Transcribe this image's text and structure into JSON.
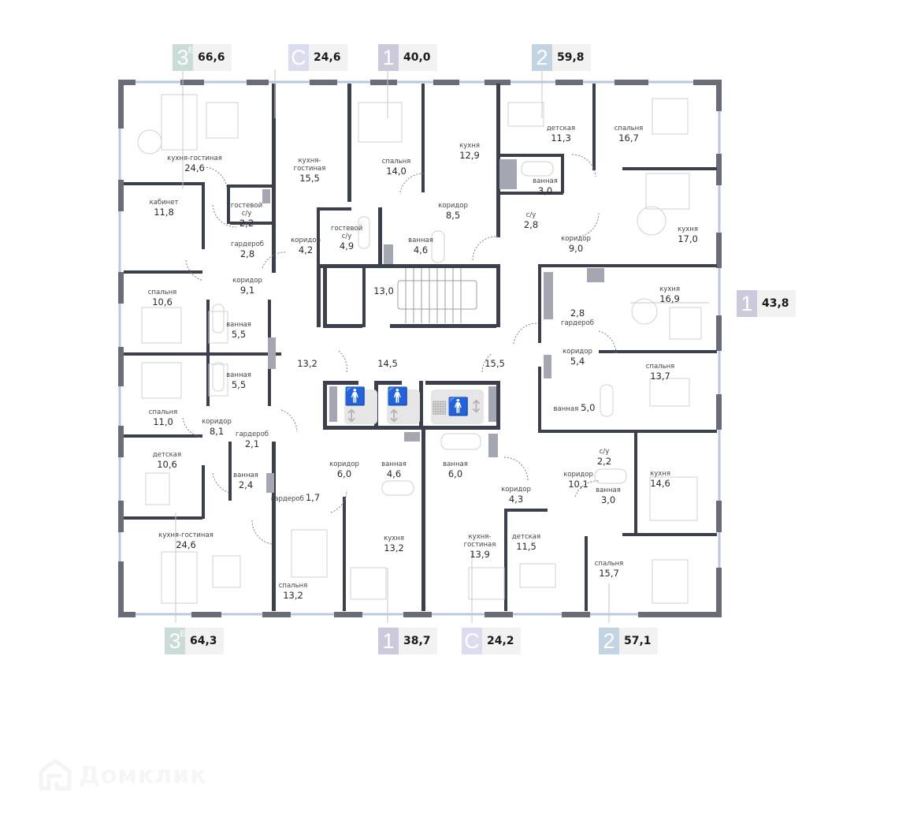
{
  "legend_colors": {
    "3E": "#c9dcd8",
    "C": "#dcdcf0",
    "1": "#cbc9db",
    "2": "#c2d4e2",
    "wall": "#3c3f4c",
    "window_wall": "#6a6d78",
    "glass": "#b8c8e0",
    "shaft": "#a4a7b2"
  },
  "apartments": [
    {
      "type": "3",
      "sup": "Е",
      "area": "66,6",
      "position": "top-left"
    },
    {
      "type": "С",
      "sup": "",
      "area": "24,6",
      "position": "top"
    },
    {
      "type": "1",
      "sup": "",
      "area": "40,0",
      "position": "top"
    },
    {
      "type": "2",
      "sup": "",
      "area": "59,8",
      "position": "top-right"
    },
    {
      "type": "1",
      "sup": "",
      "area": "43,8",
      "position": "right"
    },
    {
      "type": "3",
      "sup": "Е",
      "area": "64,3",
      "position": "bottom-left"
    },
    {
      "type": "1",
      "sup": "",
      "area": "38,7",
      "position": "bottom"
    },
    {
      "type": "С",
      "sup": "",
      "area": "24,2",
      "position": "bottom"
    },
    {
      "type": "2",
      "sup": "",
      "area": "57,1",
      "position": "bottom-right"
    }
  ],
  "rooms": [
    {
      "name": "кухня-гостиная",
      "area": "24,6"
    },
    {
      "name": "кабинет",
      "area": "11,8"
    },
    {
      "name": "гостевой с/у",
      "area": "2,2"
    },
    {
      "name": "гардероб",
      "area": "2,8"
    },
    {
      "name": "кухня-гостиная",
      "area": "15,5"
    },
    {
      "name": "коридор",
      "area": "4,2"
    },
    {
      "name": "гостевой с/у",
      "area": "4,9"
    },
    {
      "name": "спальня",
      "area": "14,0"
    },
    {
      "name": "кухня",
      "area": "12,9"
    },
    {
      "name": "коридор",
      "area": "8,5"
    },
    {
      "name": "ванная",
      "area": "4,6"
    },
    {
      "name": "детская",
      "area": "11,3"
    },
    {
      "name": "спальня",
      "area": "16,7"
    },
    {
      "name": "ванная",
      "area": "3,0"
    },
    {
      "name": "с/у",
      "area": "2,8"
    },
    {
      "name": "коридор",
      "area": "9,0"
    },
    {
      "name": "кухня",
      "area": "17,0"
    },
    {
      "name": "спальня",
      "area": "10,6"
    },
    {
      "name": "коридор",
      "area": "9,1"
    },
    {
      "name": "ванная",
      "area": "5,5"
    },
    {
      "name": "ванная",
      "area": "5,5"
    },
    {
      "name": "спальня",
      "area": "11,0"
    },
    {
      "name": "коридор",
      "area": "8,1"
    },
    {
      "name": "кухня",
      "area": "16,9"
    },
    {
      "name": "гардероб",
      "area": "2,8"
    },
    {
      "name": "коридор",
      "area": "5,4"
    },
    {
      "name": "спальня",
      "area": "13,7"
    },
    {
      "name": "ванная",
      "area": "5,0"
    },
    {
      "name": "гардероб",
      "area": "2,1"
    },
    {
      "name": "детская",
      "area": "10,6"
    },
    {
      "name": "ванная",
      "area": "2,4"
    },
    {
      "name": "гардероб",
      "area": "1,7"
    },
    {
      "name": "кухня-гостиная",
      "area": "24,6"
    },
    {
      "name": "спальня",
      "area": "13,2"
    },
    {
      "name": "коридор",
      "area": "6,0"
    },
    {
      "name": "ванная",
      "area": "4,6"
    },
    {
      "name": "кухня",
      "area": "13,2"
    },
    {
      "name": "ванная",
      "area": "6,0"
    },
    {
      "name": "коридор",
      "area": "4,3"
    },
    {
      "name": "кухня-гостиная",
      "area": "13,9"
    },
    {
      "name": "детская",
      "area": "11,5"
    },
    {
      "name": "с/у",
      "area": "2,2"
    },
    {
      "name": "коридор",
      "area": "10,1"
    },
    {
      "name": "ванная",
      "area": "3,0"
    },
    {
      "name": "кухня",
      "area": "14,6"
    },
    {
      "name": "спальня",
      "area": "15,7"
    }
  ],
  "core": {
    "stair_area": "13,0",
    "lobby_area": "14,5",
    "hall_left_area": "13,2",
    "hall_right_area": "15,5",
    "lifts": [
      "passenger-lift-icon",
      "passenger-lift-icon",
      "freight-lift-icon"
    ]
  },
  "watermark": {
    "text": "Домклик",
    "icon": "domclick-house-icon"
  }
}
